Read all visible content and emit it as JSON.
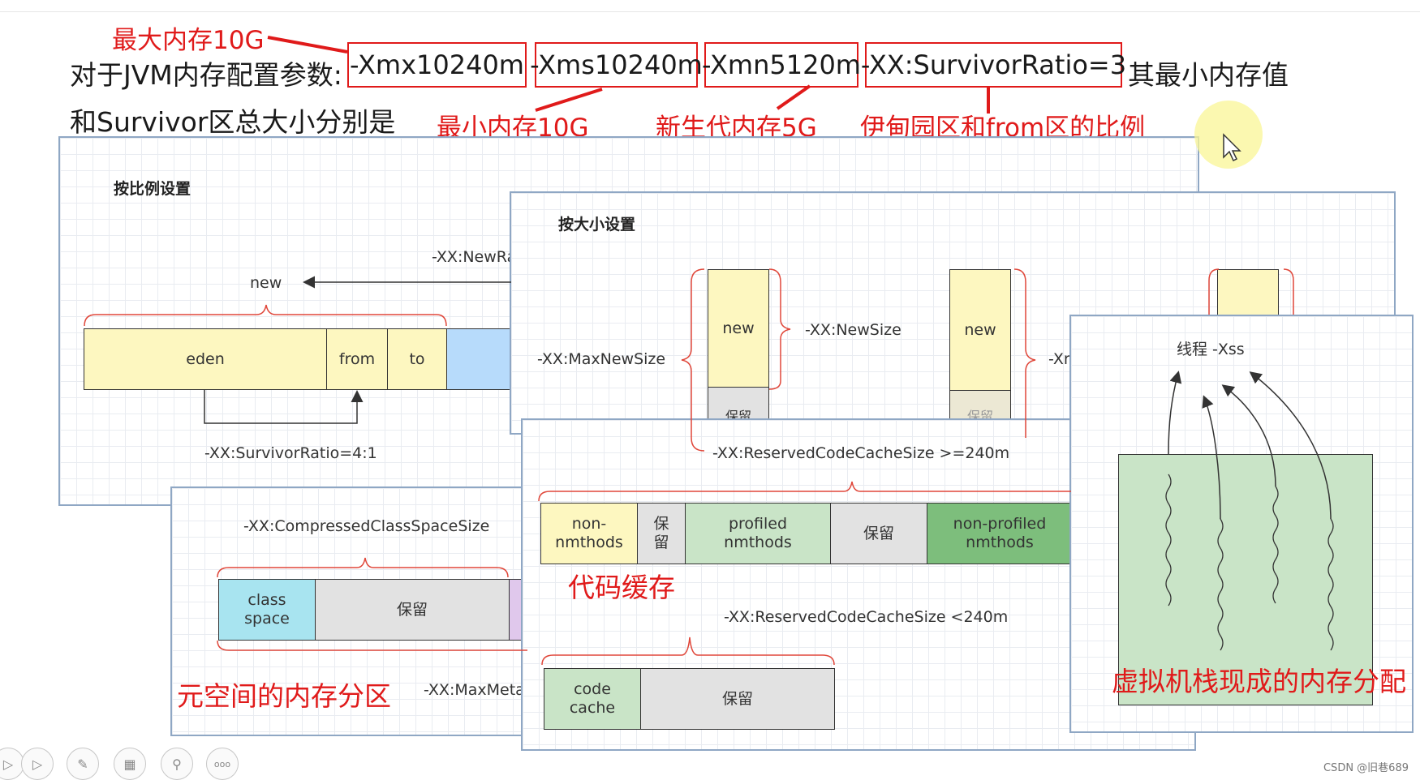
{
  "question": {
    "line1_prefix": "对于JVM内存配置参数:",
    "params": [
      "-Xmx10240m",
      "-Xms10240m",
      "-Xmn5120m",
      "-XX:SurvivorRatio=3"
    ],
    "line1_suffix": "其最小内存值",
    "line2": "和Survivor区总大小分别是"
  },
  "annotations": {
    "max_mem": "最大内存10G",
    "min_mem": "最小内存10G",
    "young_mem": "新生代内存5G",
    "eden_ratio": "伊甸园区和from区的比例"
  },
  "panel_ratio": {
    "title": "按比例设置",
    "new_label": "new",
    "newratio_label": "-XX:NewRa",
    "cells": [
      "eden",
      "from",
      "to"
    ],
    "survivor_ratio": "-XX:SurvivorRatio=4:1"
  },
  "panel_size": {
    "title": "按大小设置",
    "new_label_1": "new",
    "reserve_1": "保留",
    "max_new_size": "-XX:MaxNewSize",
    "new_size": "-XX:NewSize",
    "new_label_2": "new",
    "reserve_2": "保留",
    "xm_partial": "-Xr"
  },
  "panel_metaspace": {
    "compressed_label": "-XX:CompressedClassSpaceSize",
    "class_space": "class\nspace",
    "reserve": "保留",
    "caption": "元空间的内存分区",
    "max_meta": "-XX:MaxMeta"
  },
  "panel_codecache": {
    "ge_label": "-XX:ReservedCodeCacheSize >=240m",
    "cells": [
      "non-\nnmthods",
      "保\n留",
      "profiled\nnmthods",
      "保留",
      "non-profiled\nnmthods"
    ],
    "caption": "代码缓存",
    "lt_label": "-XX:ReservedCodeCacheSize <240m",
    "code_cache": "code\ncache",
    "reserve_small": "保留"
  },
  "panel_stack": {
    "title": "线程 -Xss",
    "caption": "虚拟机栈现成的内存分配"
  },
  "watermark": "CSDN @旧巷689",
  "toolbar": {
    "icons": [
      "play-icon",
      "pen-icon",
      "layout-icon",
      "zoom-icon",
      "more-icon"
    ],
    "more_label": "ooo"
  },
  "colors": {
    "accent_red": "#e01a1a",
    "panel_border": "#8fa7c4",
    "yellow": "#fdf7c0",
    "green": "#c9e4c7",
    "dark_green": "#7dbe7c",
    "cyan": "#a8e4f0"
  }
}
